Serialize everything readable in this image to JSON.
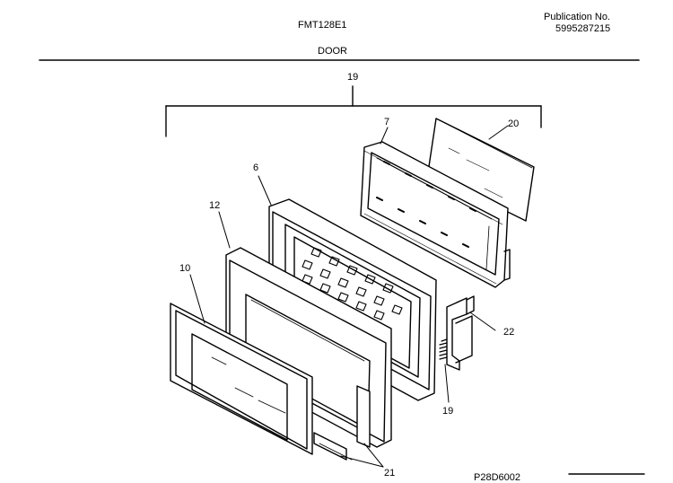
{
  "header": {
    "model": "FMT128E1",
    "publication_label": "Publication No.",
    "publication_number": "5995287215",
    "section_title": "DOOR"
  },
  "figure_code": "P28D6002",
  "callouts": [
    {
      "id": "part-19-assembly",
      "label": "19"
    },
    {
      "id": "part-7",
      "label": "7"
    },
    {
      "id": "part-20",
      "label": "20"
    },
    {
      "id": "part-6",
      "label": "6"
    },
    {
      "id": "part-12",
      "label": "12"
    },
    {
      "id": "part-10",
      "label": "10"
    },
    {
      "id": "part-22",
      "label": "22"
    },
    {
      "id": "part-19-latch",
      "label": "19"
    },
    {
      "id": "part-21",
      "label": "21"
    }
  ]
}
